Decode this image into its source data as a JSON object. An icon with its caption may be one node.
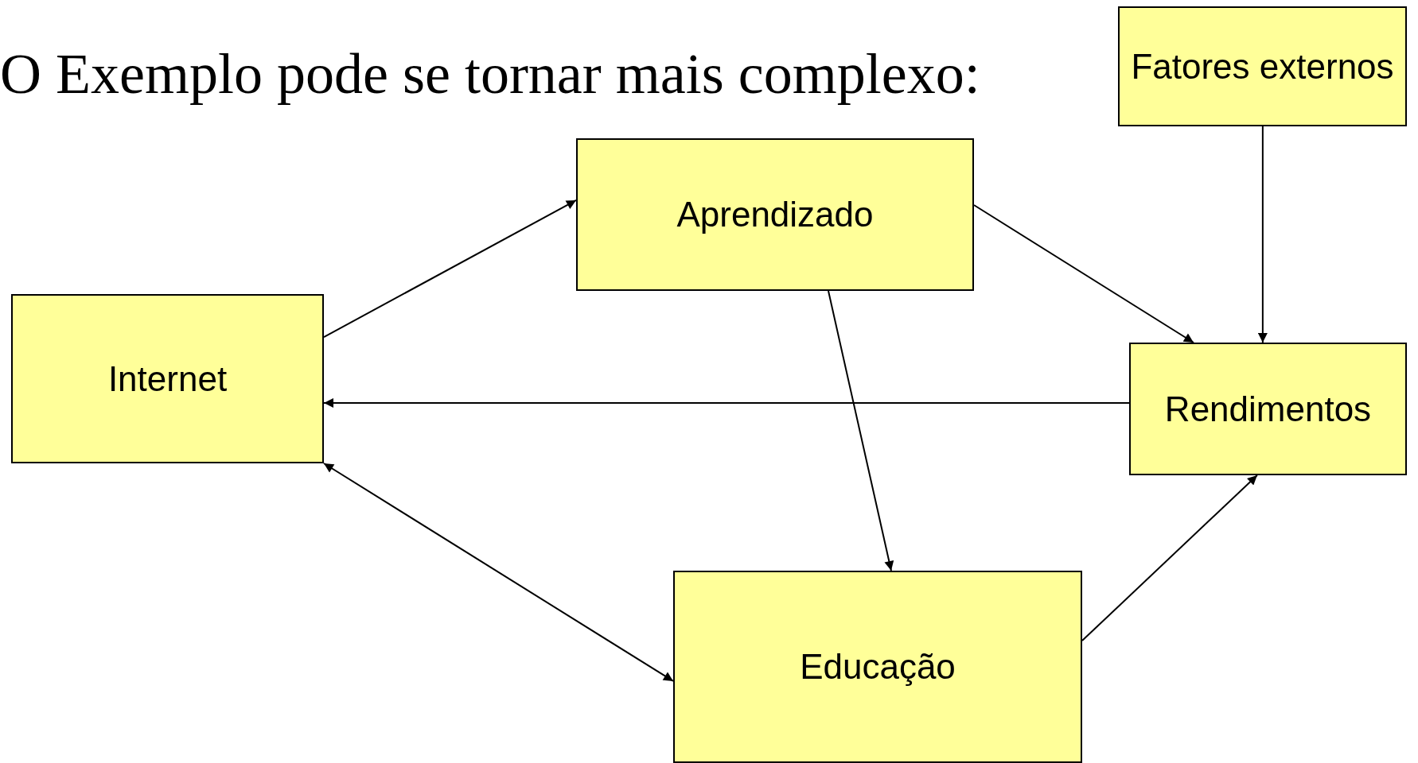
{
  "diagram": {
    "title": "O Exemplo pode se tornar mais complexo:",
    "nodes": [
      {
        "text": [
          "Fatores externos"
        ]
      },
      {
        "text": [
          "Aprendizado"
        ]
      },
      {
        "text": [
          "Internet"
        ]
      },
      {
        "text": [
          "Rendimentos"
        ]
      },
      {
        "text": [
          "Educação"
        ]
      }
    ],
    "edges": [
      {
        "from": 2,
        "to": 1,
        "arrow": "to"
      },
      {
        "from": 1,
        "to": 3,
        "arrow": "to"
      },
      {
        "from": 0,
        "to": 3,
        "arrow": "to"
      },
      {
        "from": 3,
        "to": 2,
        "arrow": "to"
      },
      {
        "from": 1,
        "to": 4,
        "arrow": "to"
      },
      {
        "from": 2,
        "to": 4,
        "arrow": "both"
      },
      {
        "from": 4,
        "to": 3,
        "arrow": "to"
      }
    ]
  }
}
